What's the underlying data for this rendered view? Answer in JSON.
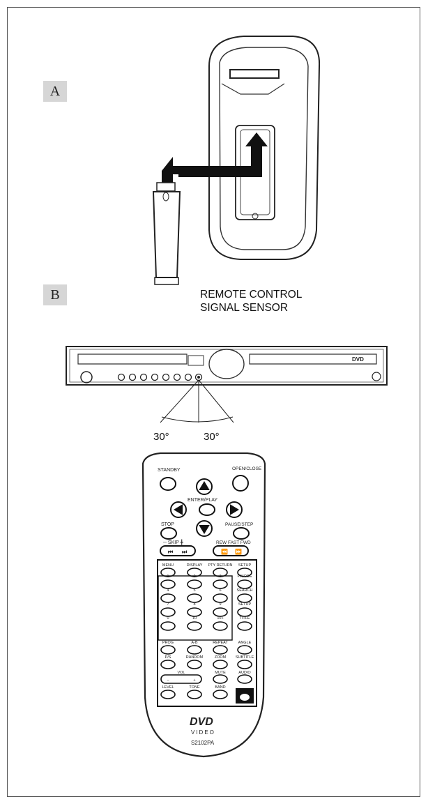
{
  "section_a": {
    "label": "A"
  },
  "section_b": {
    "label": "B"
  },
  "sensor_caption": {
    "line1": "REMOTE CONTROL",
    "line2": "SIGNAL SENSOR"
  },
  "angles": {
    "left": "30°",
    "right": "30°"
  },
  "panel_logo": "DVD",
  "remote": {
    "standby": "STANDBY",
    "open_close": "OPEN/CLOSE",
    "enter_play": "ENTER/PLAY",
    "stop": "STOP",
    "pause_step": "PAUSE/STEP",
    "skip": "─ SKIP ╋",
    "fast": "REW FAST FWD",
    "row1": [
      "MENU",
      "DISPLAY",
      "PTY RETURN",
      "SETUP"
    ],
    "digits": [
      "1",
      "2",
      "3",
      "4",
      "5",
      "6",
      "7",
      "8",
      "9",
      "0",
      "10",
      "10+"
    ],
    "right_col": [
      "P.MODE",
      "SEARCH",
      "SETUP",
      "TITLE"
    ],
    "row_a": [
      "PROG",
      "A-B",
      "REPEAT",
      "ANGLE"
    ],
    "row_b": [
      "P/S",
      "RANDOM",
      "ZOOM",
      "SUBTITLE"
    ],
    "vol": "VOL",
    "mute": "MUTE",
    "audio": "AUDIO",
    "row_c": [
      "LEVEL",
      "TONE",
      "BAND"
    ],
    "logo": "DVD",
    "logo_sub": "VIDEO",
    "model": "S2102PA"
  }
}
